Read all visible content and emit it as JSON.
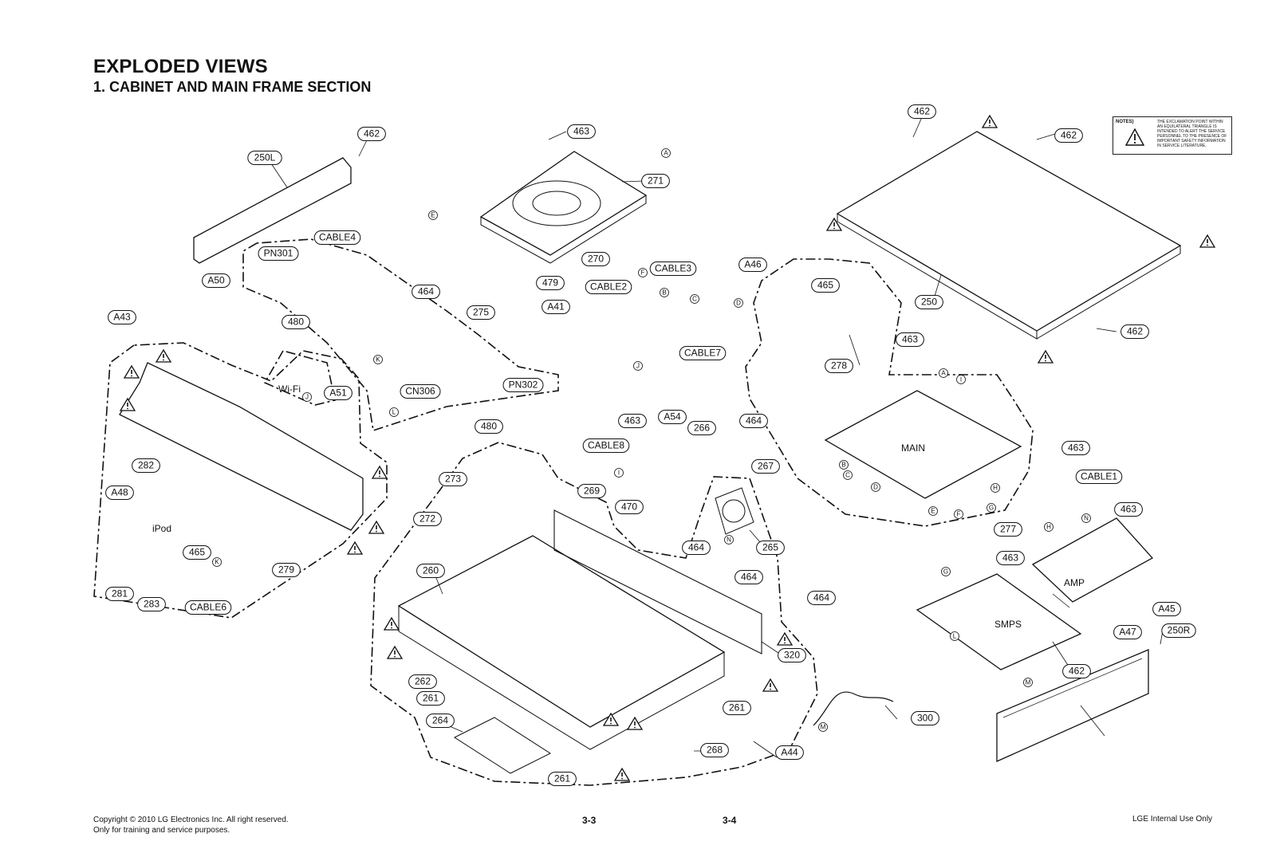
{
  "header": {
    "title": "EXPLODED VIEWS",
    "subtitle": "1. CABINET AND MAIN FRAME SECTION"
  },
  "notes": {
    "label": "NOTES)",
    "text": "THE EXCLAMATION POINT WITHIN AN EQUILATERAL TRIANGLE IS INTENDED TO ALERT THE SERVICE PERSONNEL TO THE PRESENCE OF IMPORTANT SAFETY INFORMATION IN SERVICE LITERATURE."
  },
  "parts": [
    "462",
    "250L",
    "463",
    "271",
    "462",
    "462",
    "CABLE4",
    "PN301",
    "A50",
    "270",
    "CABLE3",
    "479",
    "CABLE2",
    "A46",
    "465",
    "464",
    "275",
    "A41",
    "480",
    "A43",
    "CABLE7",
    "250",
    "462",
    "463",
    "278",
    "CN306",
    "PN302",
    "A51",
    "480",
    "463",
    "A54",
    "266",
    "464",
    "CABLE8",
    "267",
    "273",
    "269",
    "272",
    "282",
    "A48",
    "470",
    "465",
    "279",
    "281",
    "283",
    "CABLE6",
    "264",
    "260",
    "464",
    "265",
    "464",
    "464",
    "320",
    "262",
    "261",
    "261",
    "261",
    "268",
    "A44",
    "300",
    "463",
    "CABLE1",
    "463",
    "277",
    "463",
    "A45",
    "A47",
    "462",
    "250R"
  ],
  "callouts": [
    "A",
    "F",
    "E",
    "B",
    "C",
    "D",
    "J",
    "K",
    "L",
    "J",
    "A",
    "I",
    "B",
    "C",
    "D",
    "E",
    "F",
    "G",
    "H",
    "N",
    "H",
    "G",
    "L",
    "M",
    "I",
    "K",
    "N",
    "M"
  ],
  "module_labels": [
    "MAIN",
    "AMP",
    "SMPS",
    "iPod"
  ],
  "wifi_label": "Wi-Fi",
  "footer": {
    "copyright": "Copyright © 2010 LG Electronics Inc. All right reserved.",
    "training": "Only for training and service purposes.",
    "page_left": "3-3",
    "page_right": "3-4",
    "internal": "LGE Internal Use Only"
  },
  "colors": {
    "ink": "#111111",
    "background": "#ffffff"
  }
}
